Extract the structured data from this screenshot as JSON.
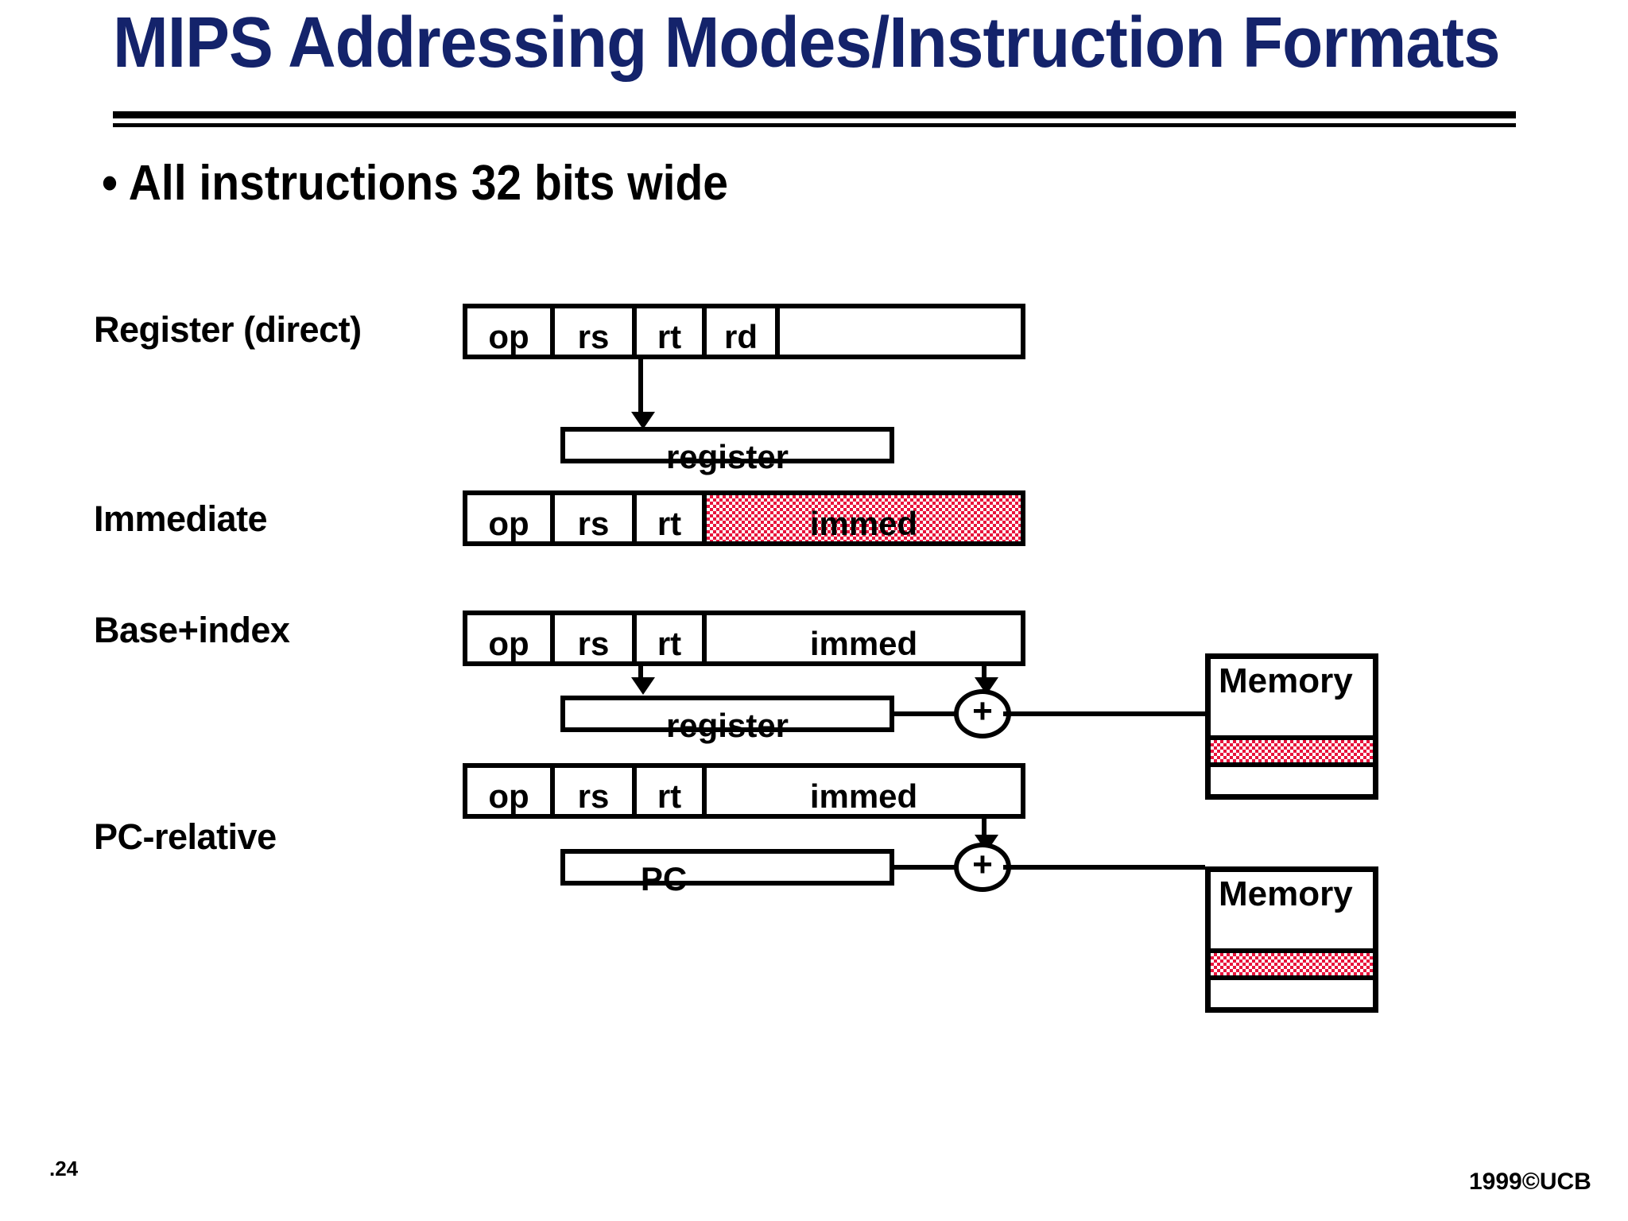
{
  "slide": {
    "title": "MIPS Addressing Modes/Instruction Formats",
    "bullet": "• All instructions 32 bits wide",
    "page_number": ".24",
    "copyright": "1999©UCB",
    "title_color": "#14236b",
    "highlight_color": "#e8143c"
  },
  "rows": [
    {
      "label": "Register (direct)",
      "fields": [
        "op",
        "rs",
        "rt",
        "rd",
        ""
      ],
      "highlighted_field": "",
      "target": {
        "label": "register",
        "highlighted": true
      }
    },
    {
      "label": "Immediate",
      "fields": [
        "op",
        "rs",
        "rt",
        "immed"
      ],
      "highlighted_field": "immed",
      "target": null
    },
    {
      "label": "Base+index",
      "fields": [
        "op",
        "rs",
        "rt",
        "immed"
      ],
      "highlighted_field": "",
      "target": {
        "label": "register",
        "highlighted": false
      },
      "adder": "+",
      "memory": {
        "title": "Memory",
        "highlighted_word": true
      }
    },
    {
      "label": "PC-relative",
      "fields": [
        "op",
        "rs",
        "rt",
        "immed"
      ],
      "highlighted_field": "",
      "target": {
        "label": "PC",
        "highlighted": false
      },
      "adder": "+",
      "memory": {
        "title": "Memory",
        "highlighted_word": true
      }
    }
  ]
}
